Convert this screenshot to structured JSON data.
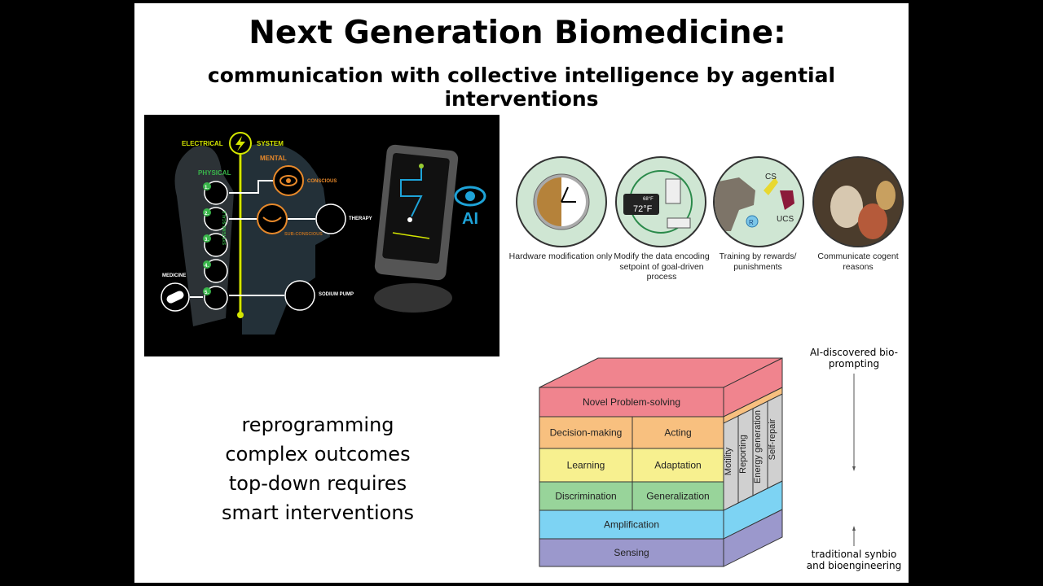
{
  "slide": {
    "title": "Next Generation Biomedicine:",
    "subtitle": "communication with collective intelligence by agential interventions"
  },
  "bioelectric_panel": {
    "electrical": "ELECTRICAL",
    "system": "SYSTEM",
    "mental": "MENTAL",
    "physical": "PHYSICAL",
    "conscious": "CONSCIOUS",
    "subconscious": "SUB-CONSCIOUS",
    "therapy": "THERAPY",
    "systems_scale": "SYSTEMS SCALE",
    "medicine": "MEDICINE",
    "sodium_pump": "SODIUM PUMP",
    "ai": "AI",
    "levels": [
      "1.",
      "2.",
      "3.",
      "4.",
      "5."
    ],
    "colors": {
      "electrical": "#d4e600",
      "mental": "#e8892a",
      "physical": "#39b54a",
      "ai": "#1ea3d8"
    }
  },
  "interventions": [
    {
      "caption": "Hardware modification only",
      "icon": "alarm-clock-gears"
    },
    {
      "caption": "Modify the data encoding setpoint of goal-driven process",
      "icon": "thermostat-loop",
      "thermostat_reading": "72°F",
      "thermostat_small": "68°F"
    },
    {
      "caption": "Training by rewards/ punishments",
      "icon": "pavlov-dog",
      "cs": "CS",
      "ucs": "UCS",
      "r": "R"
    },
    {
      "caption": "Communicate cogent reasons",
      "icon": "socrates-painting"
    }
  ],
  "left_text": [
    "reprogramming",
    "complex outcomes",
    "top-down requires",
    "smart interventions"
  ],
  "cube": {
    "rows": [
      {
        "cells": [
          "Novel Problem-solving"
        ],
        "color": "#f0848e"
      },
      {
        "cells": [
          "Decision-making",
          "Acting"
        ],
        "color": "#f8c07f"
      },
      {
        "cells": [
          "Learning",
          "Adaptation"
        ],
        "color": "#f7f08f"
      },
      {
        "cells": [
          "Discrimination",
          "Generalization"
        ],
        "color": "#98d49a"
      },
      {
        "cells": [
          "Amplification"
        ],
        "color": "#7dd3f3"
      },
      {
        "cells": [
          "Sensing"
        ],
        "color": "#9b98cc"
      }
    ],
    "side_modules": [
      "Motility",
      "Reporting",
      "Energy generation",
      "Self-repair"
    ],
    "side_color": "#d0d0d0"
  },
  "axis_notes": {
    "top": "AI-discovered bio-prompting",
    "bottom": "traditional synbio and bioengineering"
  }
}
